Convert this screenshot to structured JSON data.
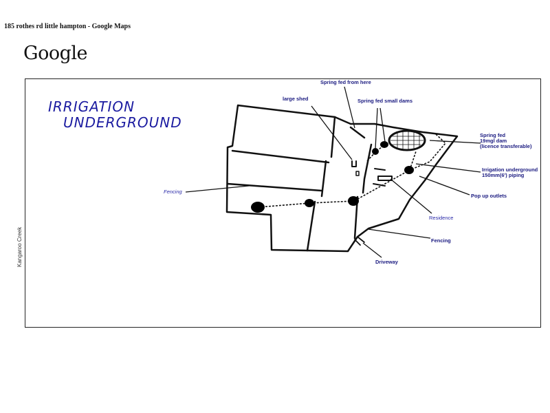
{
  "header": {
    "page_title": "185 rothes rd little hampton - Google Maps",
    "logo_text": "Google"
  },
  "map": {
    "heading_line1": "IRRIGATION",
    "heading_line2": "UNDERGROUND",
    "creek_label": "Kangaroo Creek",
    "labels": {
      "spring_fed_from_here": "Spring fed from here",
      "large_shed": "large shed",
      "spring_fed_small_dams": "Spring fed small dams",
      "dam_line1": "Spring fed",
      "dam_line2": "19mgl dam",
      "dam_line3": "(licence transferable)",
      "irrigation_line1": "Irrigation underground",
      "irrigation_line2": "150mm(6') piping",
      "pop_up_outlets": "Pop up outlets",
      "fencing_left": "Fencing",
      "residence": "Residence",
      "fencing_right": "Fencing",
      "driveway": "Driveway"
    }
  },
  "colors": {
    "heading": "#1a1aa0",
    "labels": "#1a1a80",
    "lines": "#111111"
  }
}
